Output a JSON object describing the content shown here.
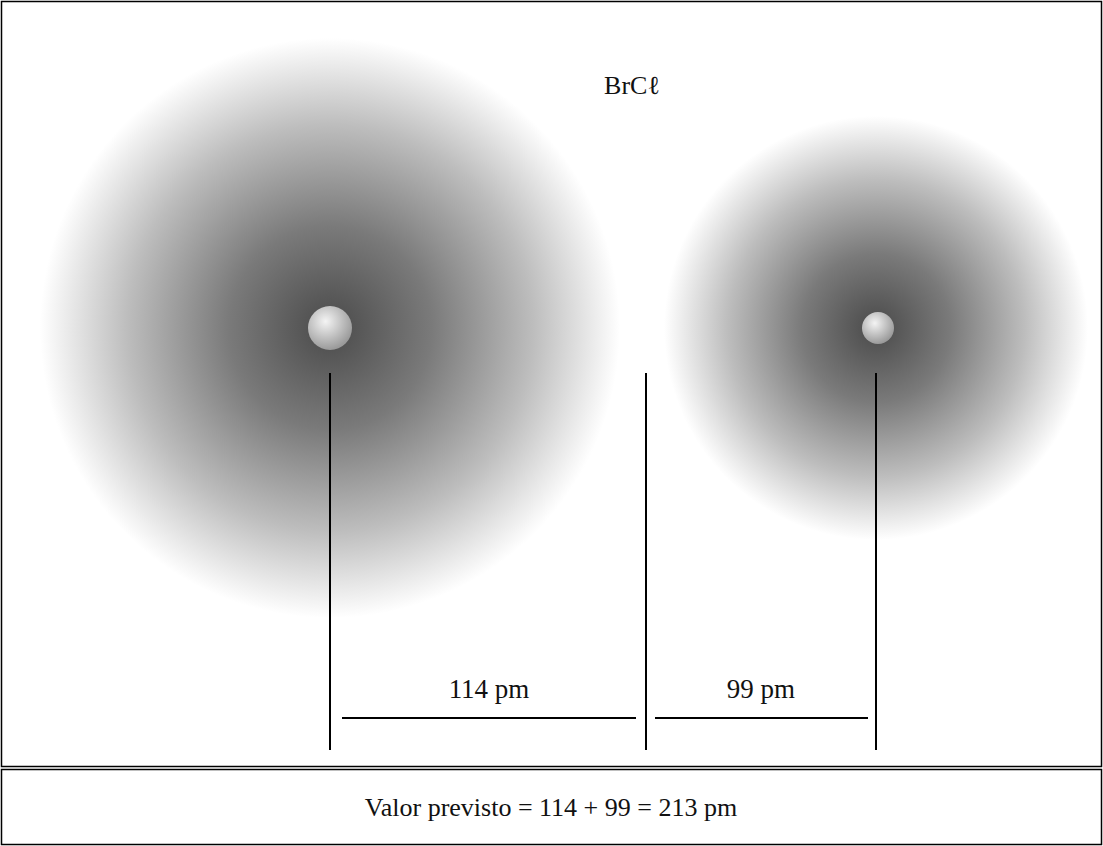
{
  "diagram": {
    "labels": [
      "BrCℓ",
      "114 pm",
      "99 pm",
      "Valor previsto = 114 + 99 = 213 pm"
    ]
  }
}
